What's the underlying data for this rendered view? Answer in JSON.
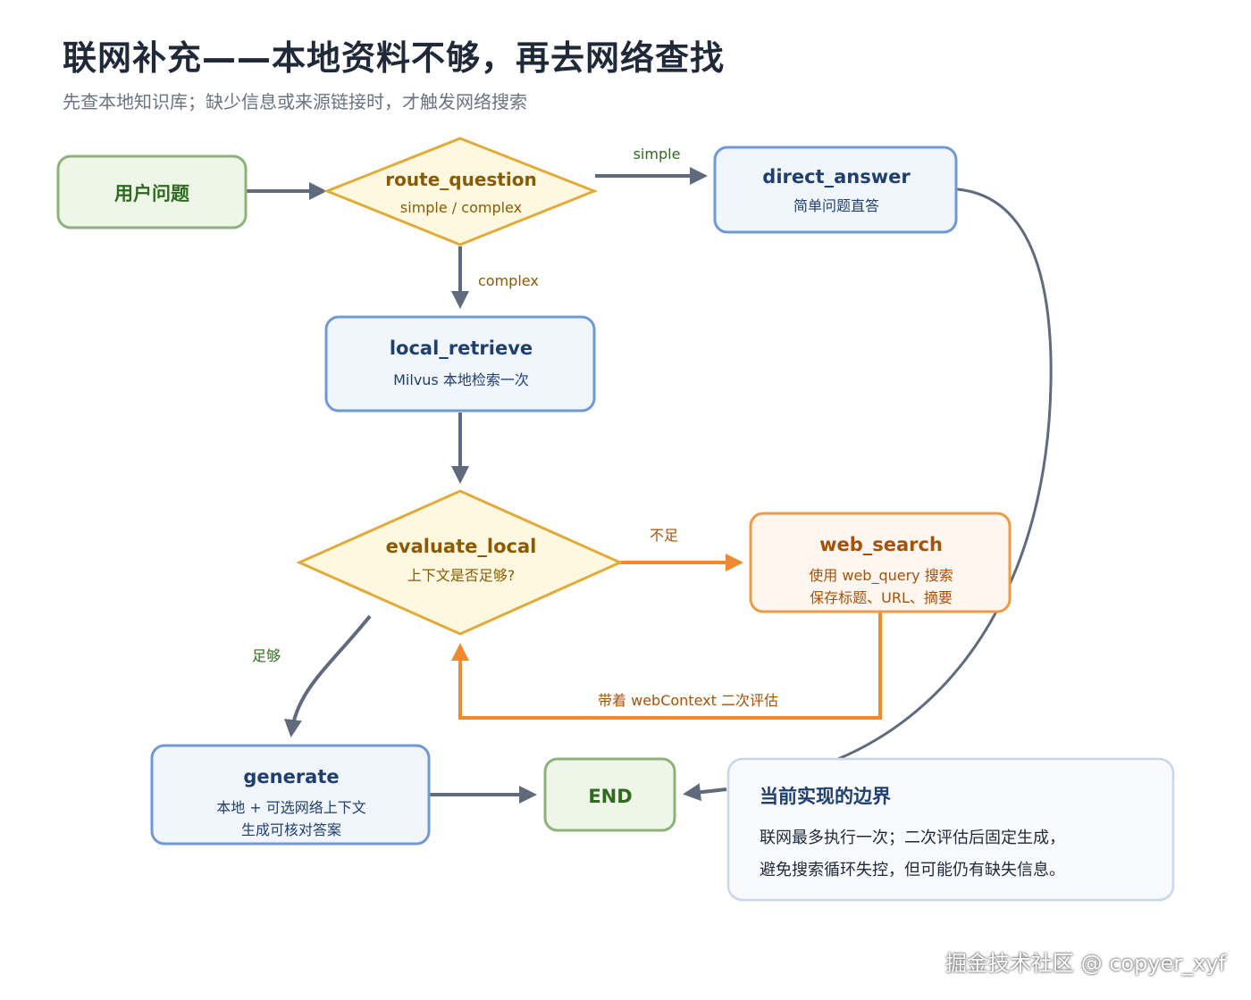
{
  "header": {
    "title": "联网补充——本地资料不够，再去网络查找",
    "subtitle": "先查本地知识库；缺少信息或来源链接时，才触发网络搜索"
  },
  "colors": {
    "green_fill": "#eef6e8",
    "green_stroke": "#8db37a",
    "green_text": "#2f6b1f",
    "yellow_fill": "#fff8e1",
    "yellow_stroke": "#e0ab3a",
    "yellow_text": "#8a5a00",
    "blue_fill": "#f1f6fd",
    "blue_stroke": "#6f98d6",
    "blue_text": "#1f3f6e",
    "orange_fill": "#fff6ef",
    "orange_stroke": "#ef9a45",
    "orange_text": "#a4520a",
    "edge_gray": "#5f6b7d",
    "edge_orange": "#ef8a2e"
  },
  "nodes": {
    "user_question": {
      "title": "用户问题"
    },
    "route_question": {
      "title": "route_question",
      "sub": "simple / complex"
    },
    "direct_answer": {
      "title": "direct_answer",
      "sub": "简单问题直答"
    },
    "local_retrieve": {
      "title": "local_retrieve",
      "sub": "Milvus 本地检索一次"
    },
    "evaluate_local": {
      "title": "evaluate_local",
      "sub": "上下文是否足够?"
    },
    "web_search": {
      "title": "web_search",
      "sub1": "使用 web_query 搜索",
      "sub2": "保存标题、URL、摘要"
    },
    "generate": {
      "title": "generate",
      "sub1": "本地 + 可选网络上下文",
      "sub2": "生成可核对答案"
    },
    "end": {
      "title": "END"
    }
  },
  "edges": {
    "simple": "simple",
    "complex": "complex",
    "insufficient": "不足",
    "sufficient": "足够",
    "reevaluate": "带着 webContext 二次评估"
  },
  "note": {
    "title": "当前实现的边界",
    "line1": "联网最多执行一次；二次评估后固定生成，",
    "line2": "避免搜索循环失控，但可能仍有缺失信息。"
  },
  "watermark": "掘金技术社区 @ copyer_xyf"
}
